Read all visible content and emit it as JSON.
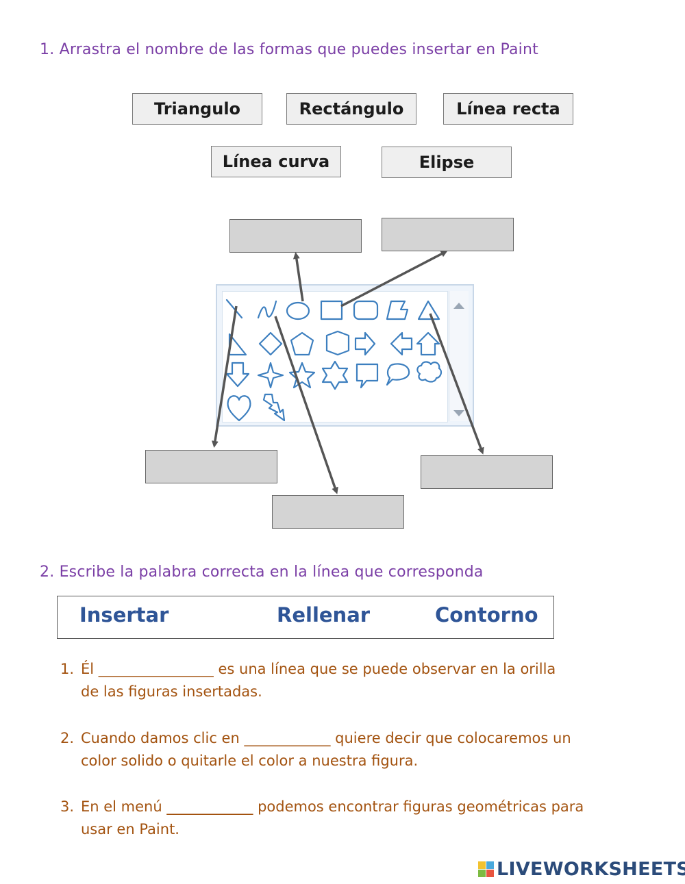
{
  "question1": {
    "title": "1. Arrastra el nombre de las formas que puedes insertar en Paint",
    "word_cards": [
      "Triangulo",
      "Rectángulo",
      "Línea recta",
      "Línea curva",
      "Elipse"
    ]
  },
  "question2": {
    "title": "2. Escribe la palabra correcta en la línea que corresponda",
    "word_bank": [
      "Insertar",
      "Rellenar",
      "Contorno"
    ],
    "items": [
      {
        "num": "1.",
        "pre": "Él",
        "blank": "________________",
        "post": "es una línea que se puede observar en la orilla",
        "line2": "de las figuras insertadas."
      },
      {
        "num": "2.",
        "pre": "Cuando damos clic en",
        "blank": "____________",
        "post": "quiere decir que colocaremos un",
        "line2": "color solido o quitarle el color a nuestra figura."
      },
      {
        "num": "3.",
        "pre": "En el menú",
        "blank": "____________",
        "post": "podemos encontrar figuras geométricas para",
        "line2": "usar en Paint."
      }
    ]
  },
  "footer": {
    "logo_text": "LIVEWORKSHEETS"
  },
  "colors": {
    "title_purple": "#7b3fa6",
    "item_brown": "#a35310",
    "bank_blue": "#2f5597",
    "shape_blue": "#3d7fbf",
    "arrow_gray": "#555555"
  }
}
